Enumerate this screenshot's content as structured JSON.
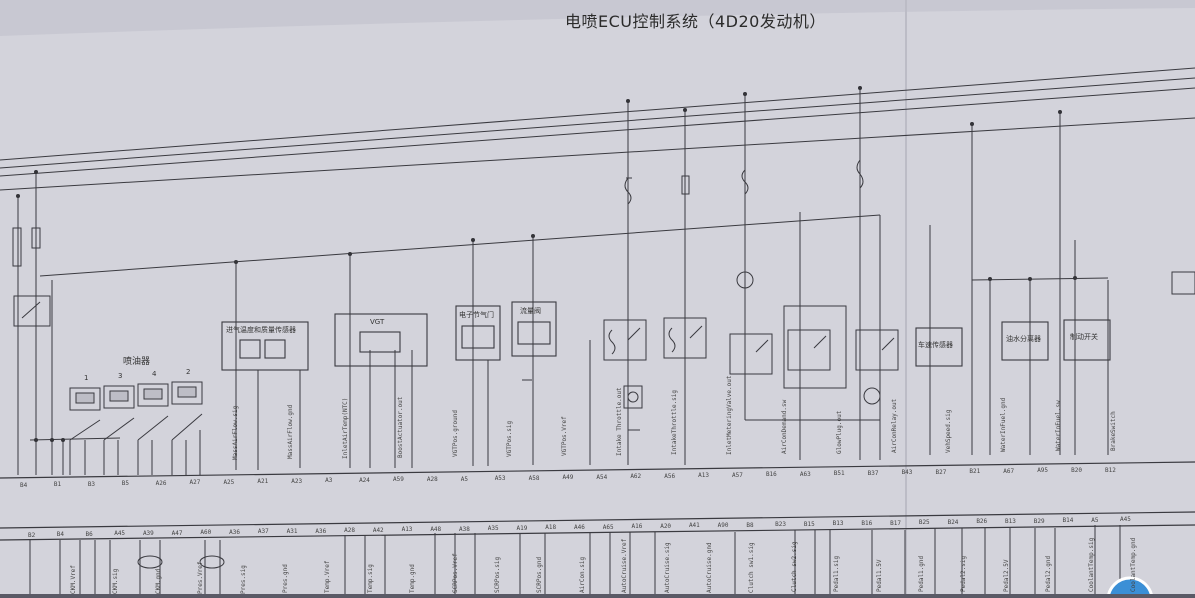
{
  "title": "电喷ECU控制系统（4D20发动机）",
  "components": {
    "injectors": "喷油器",
    "injector_numbers": [
      "1",
      "3",
      "4",
      "2"
    ],
    "maf_sensor": "进气温度和质量传感器",
    "vgt": "VGT",
    "throttle": "电子节气门",
    "flow_valve": "流量阀",
    "speed_sensor": "车速传感器",
    "water_separator": "油水分离器",
    "brake_switch": "制动开关"
  },
  "ecu_pins_top": [
    "B4",
    "B1",
    "B3",
    "B5",
    "A26",
    "A27",
    "A25",
    "A21",
    "A23",
    "A3",
    "A24",
    "A59",
    "A28",
    "A5",
    "A53",
    "A58",
    "A49",
    "A54",
    "A62",
    "A56",
    "A13",
    "A57",
    "B16",
    "A63",
    "B51",
    "B37",
    "B43",
    "B27",
    "B21",
    "A67",
    "A95",
    "B20",
    "B12"
  ],
  "signals_top": [
    "MassAirFlow.sig",
    "MassAirFlow.gnd",
    "InletAirTemp(NTC)",
    "BoostActuator.out",
    "VGTPos.ground",
    "VGTPos.sig",
    "VGTPos.Vref",
    "Intake Throttle.out",
    "IntakeThrottle.sig",
    "InletMeteringValve.out",
    "AirConDemand.sw",
    "GlowPlug.out",
    "AirConRelay.out",
    "VehSpeed.sig",
    "WaterInFuel.gnd",
    "WaterInFuel.sw",
    "BrakeSwitch"
  ],
  "ecu_pins_bottom": [
    "B2",
    "B4",
    "B6",
    "A45",
    "A39",
    "A47",
    "A60",
    "A36",
    "A37",
    "A31",
    "A36",
    "A28",
    "A42",
    "A13",
    "A48",
    "A38",
    "A35",
    "A19",
    "A18",
    "A46",
    "A65",
    "A16",
    "A20",
    "A41",
    "A90",
    "B8",
    "B23",
    "B15",
    "B13",
    "B16",
    "B17",
    "B25",
    "B24",
    "B26",
    "B13",
    "B29",
    "B14",
    "A5",
    "A45"
  ],
  "signals_bottom": [
    "CKM.Vref",
    "CKM.sig",
    "CKM.gnd",
    "Pres.Vref",
    "Pres.sig",
    "Pres.gnd",
    "Temp.Vref",
    "Temp.sig",
    "Temp.gnd",
    "SCRPos.Vref",
    "SCRPos.sig",
    "SCRPos.gnd",
    "AirCon.sig",
    "AutoCruise.Vref",
    "AutoCruise.sig",
    "AutoCruise.gnd",
    "Clutch sw1.sig",
    "Clutch sw2.sig",
    "Pedal1.sig",
    "Pedal1.5V",
    "Pedal1.gnd",
    "Pedal2.sig",
    "Pedal2.5V",
    "Pedal2.gnd",
    "CoolantTemp.sig",
    "CoolantTemp.gnd"
  ],
  "colors": {
    "paper": "#d4d4dc",
    "ink": "#333338",
    "background": "#5a5a66"
  }
}
